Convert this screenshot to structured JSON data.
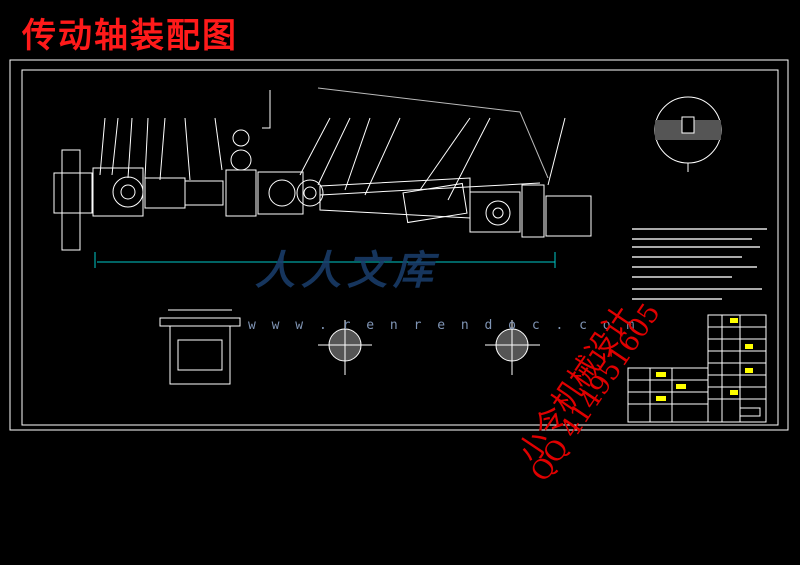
{
  "title": "传动轴装配图",
  "watermark": {
    "brand": "人人文库",
    "url": "w w w . r e n r e n d o c . c o m"
  },
  "stamp": {
    "name": "小令机械设计",
    "qq": "QQ 414951605"
  },
  "colors": {
    "title": "#ff1a1a",
    "stamp": "#e00000",
    "line": "#ffffff",
    "dim": "#00c8c8",
    "note": "#ffff00"
  }
}
